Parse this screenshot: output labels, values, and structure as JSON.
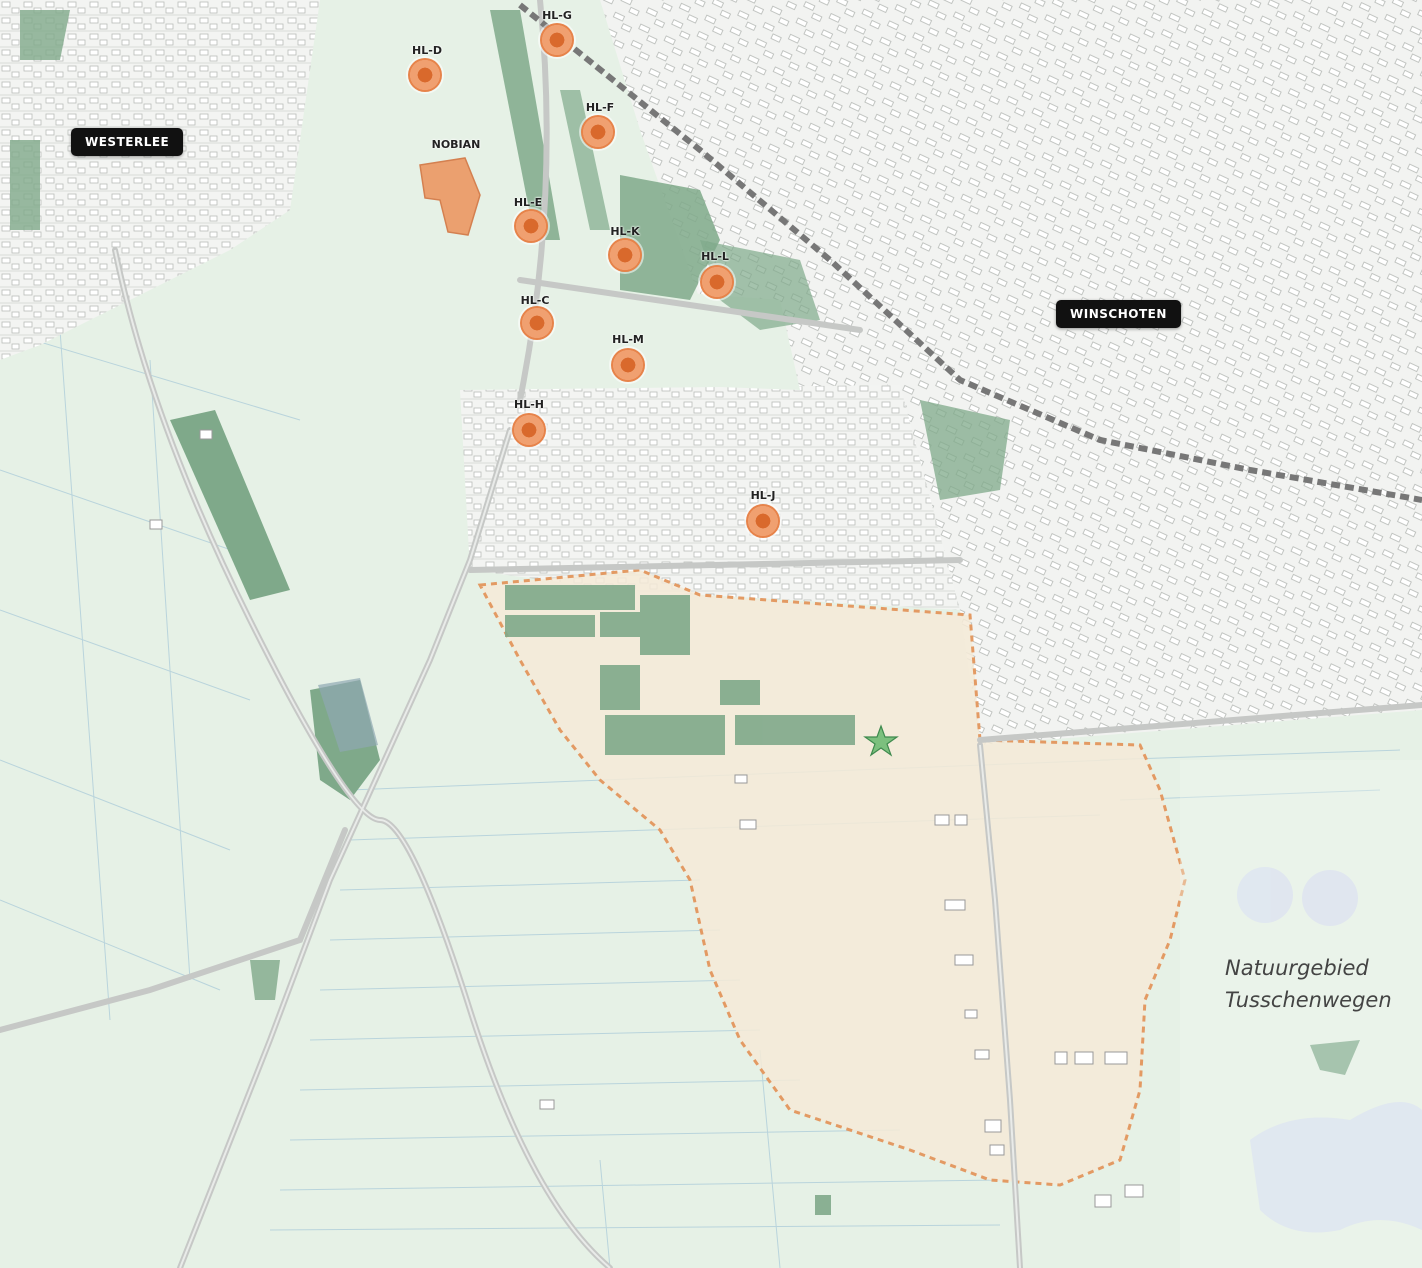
{
  "map": {
    "towns": [
      {
        "id": "westerlee",
        "label": "WESTERLEE"
      },
      {
        "id": "winschoten",
        "label": "WINSCHOTEN"
      }
    ],
    "site_label": "NOBIAN",
    "markers": [
      {
        "id": "hl-d",
        "label": "HL-D"
      },
      {
        "id": "hl-g",
        "label": "HL-G"
      },
      {
        "id": "hl-f",
        "label": "HL-F"
      },
      {
        "id": "hl-e",
        "label": "HL-E"
      },
      {
        "id": "hl-k",
        "label": "HL-K"
      },
      {
        "id": "hl-l",
        "label": "HL-L"
      },
      {
        "id": "hl-c",
        "label": "HL-C"
      },
      {
        "id": "hl-m",
        "label": "HL-M"
      },
      {
        "id": "hl-h",
        "label": "HL-H"
      },
      {
        "id": "hl-j",
        "label": "HL-J"
      }
    ],
    "nature_area": {
      "line1": "Natuurgebied",
      "line2": "Tusschenwegen"
    },
    "colors": {
      "meadow": "#e6f1e6",
      "urban": "#f3f4f2",
      "forest": "#7fa98a",
      "study_area_fill": "#f4ead7",
      "study_area_border": "#e39a63",
      "marker": "#e07a3c",
      "railway": "#777777",
      "star": "#4a9a5a"
    },
    "icons": {
      "marker": "drill-site-icon",
      "location": "star-icon"
    }
  }
}
